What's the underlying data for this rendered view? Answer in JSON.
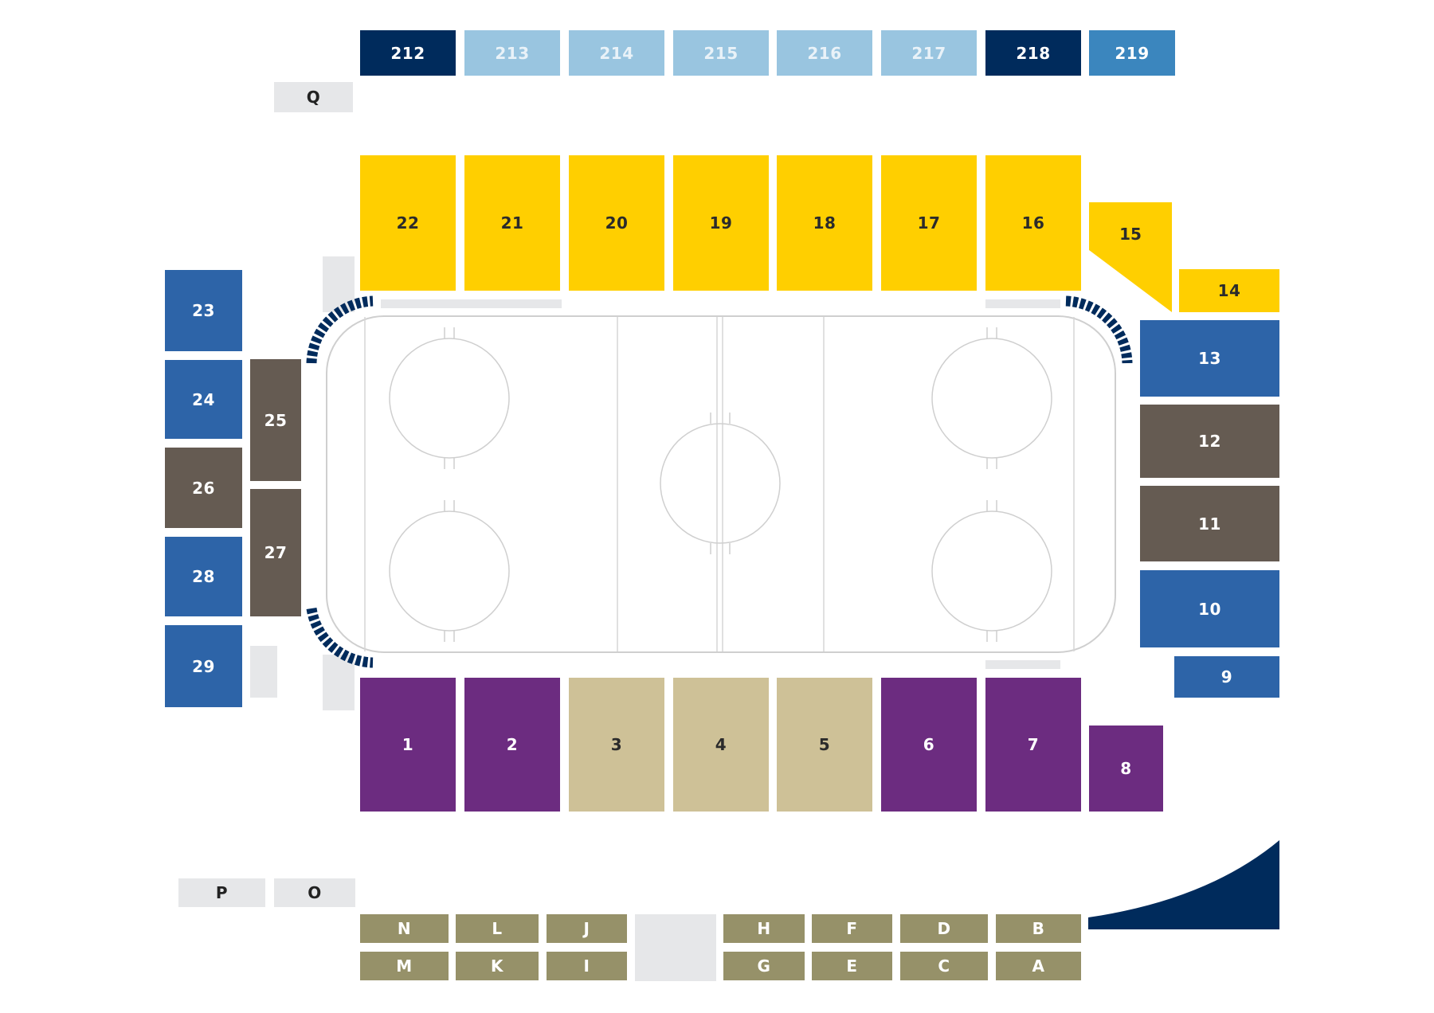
{
  "colors": {
    "navy": "#002b5c",
    "light_blue": "#99c5e0",
    "mid_blue": "#3b86be",
    "blue": "#2d64a8",
    "yellow": "#ffcf00",
    "brown": "#655b52",
    "purple": "#6c2c80",
    "tan": "#cec197",
    "olive": "#969169",
    "gray": "#e6e7e9",
    "rink_line": "#cfcfcf"
  },
  "sections": {
    "s212": "212",
    "s213": "213",
    "s214": "214",
    "s215": "215",
    "s216": "216",
    "s217": "217",
    "s218": "218",
    "s219": "219",
    "sQ": "Q",
    "s22": "22",
    "s21": "21",
    "s20": "20",
    "s19": "19",
    "s18": "18",
    "s17": "17",
    "s16": "16",
    "s15": "15",
    "s14": "14",
    "s13": "13",
    "s12": "12",
    "s11": "11",
    "s10": "10",
    "s9": "9",
    "s23": "23",
    "s24": "24",
    "s25": "25",
    "s26": "26",
    "s27": "27",
    "s28": "28",
    "s29": "29",
    "s1": "1",
    "s2": "2",
    "s3": "3",
    "s4": "4",
    "s5": "5",
    "s6": "6",
    "s7": "7",
    "s8": "8",
    "sP": "P",
    "sO": "O",
    "sN": "N",
    "sL": "L",
    "sJ": "J",
    "sH": "H",
    "sF": "F",
    "sD": "D",
    "sB": "B",
    "sM": "M",
    "sK": "K",
    "sI": "I",
    "sG": "G",
    "sE": "E",
    "sC": "C",
    "sA": "A"
  }
}
